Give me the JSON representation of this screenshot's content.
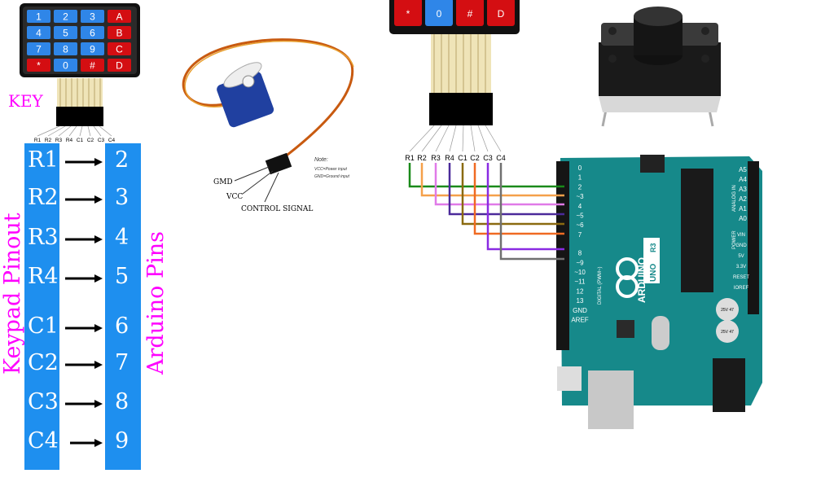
{
  "keypad": {
    "keys": [
      [
        "1",
        "2",
        "3",
        "A"
      ],
      [
        "4",
        "5",
        "6",
        "B"
      ],
      [
        "7",
        "8",
        "9",
        "C"
      ],
      [
        "*",
        "0",
        "#",
        "D"
      ]
    ],
    "label": "KEY",
    "pins": [
      "R1",
      "R2",
      "R3",
      "R4",
      "C1",
      "C2",
      "C3",
      "C4"
    ]
  },
  "pinout": {
    "left_title": "Keypad Pinout",
    "right_title": "Arduino Pins",
    "rows": [
      {
        "key": "R1",
        "pin": "2"
      },
      {
        "key": "R2",
        "pin": "3"
      },
      {
        "key": "R3",
        "pin": "4"
      },
      {
        "key": "R4",
        "pin": "5"
      },
      {
        "key": "C1",
        "pin": "6"
      },
      {
        "key": "C2",
        "pin": "7"
      },
      {
        "key": "C3",
        "pin": "8"
      },
      {
        "key": "C4",
        "pin": "9"
      }
    ]
  },
  "servo": {
    "gmd": "GMD",
    "vcc": "VCC",
    "signal": "CONTROL SIGNAL",
    "note_title": "Note:",
    "note_1": "VCC=Power input",
    "note_2": "GND=Ground input"
  },
  "keypad2": {
    "keys": [
      "*",
      "0",
      "#",
      "D"
    ],
    "pins": [
      "R1",
      "R2",
      "R3",
      "R4",
      "C1",
      "C2",
      "C3",
      "C4"
    ]
  },
  "arduino": {
    "digital_pins": [
      "0",
      "1",
      "2",
      "~3",
      "4",
      "~5",
      "~6",
      "7",
      "8",
      "~9",
      "~10",
      "~11",
      "12",
      "13",
      "GND",
      "AREF"
    ],
    "analog_pins": [
      "A5",
      "A4",
      "A3",
      "A2",
      "A1",
      "A0"
    ],
    "power_pins": [
      "VIN",
      "GND",
      "5V",
      "3.3V",
      "RESET",
      "IOREF"
    ],
    "brand": "ARDUINO",
    "model": "UNO",
    "rev": "R3",
    "digital_label": "DIGITAL (PWM~)",
    "analog_label": "ANALOG IN",
    "power_label": "POWER",
    "cap_label": "25V 47"
  },
  "colors": {
    "blue": "#1e8fef",
    "magenta": "#ff00ff",
    "board": "#16898a",
    "wires": [
      "#1a8a1a",
      "#f5a04a",
      "#e07ae8",
      "#4b2a9a",
      "#8a6a10",
      "#f06a22",
      "#8a2be2",
      "#707070"
    ]
  }
}
